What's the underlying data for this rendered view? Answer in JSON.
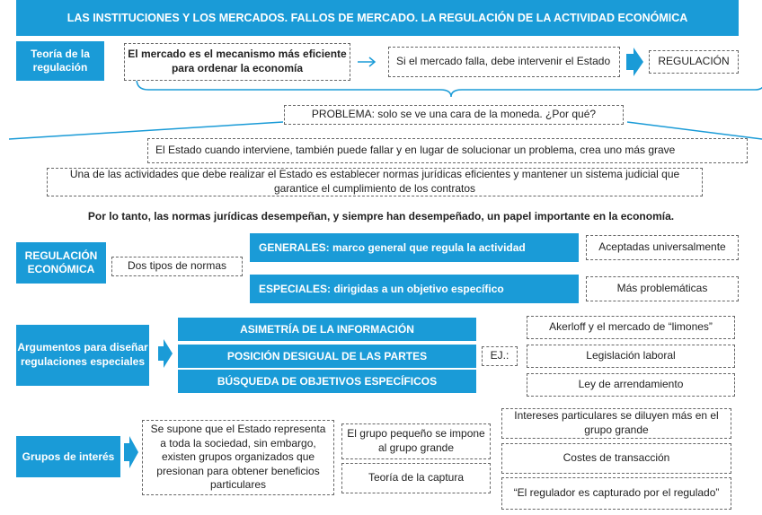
{
  "title": "LAS INSTITUCIONES Y LOS MERCADOS. FALLOS DE MERCADO. LA REGULACIÓN DE LA ACTIVIDAD ECONÓMICA",
  "teoria": {
    "label": "Teoría de la regulación",
    "mercado": "El mercado es el mecanismo más eficiente para ordenar la economía",
    "falla": "Si el mercado falla, debe intervenir el Estado",
    "regulacion": "REGULACIÓN"
  },
  "problema": "PROBLEMA: solo se ve una cara de la moneda. ¿Por qué?",
  "estado_falla": "El Estado cuando interviene, también puede fallar y en lugar de solucionar un problema, crea uno más grave",
  "actividades": "Una de las actividades que debe realizar el Estado es establecer normas jurídicas eficientes y mantener un sistema judicial que garantice el cumplimiento de los contratos",
  "conclusion": "Por lo tanto, las normas jurídicas desempeñan, y siempre han desempeñado, un papel importante en  la economía.",
  "regulacion_economica": {
    "label": "REGULACIÓN ECONÓMICA",
    "tipos": "Dos tipos de normas",
    "generales": "GENERALES: marco general que regula la actividad",
    "especiales": "ESPECIALES: dirigidas a un objetivo específico",
    "aceptadas": "Aceptadas universalmente",
    "problematicas": "Más problemáticas"
  },
  "argumentos": {
    "label": "Argumentos para diseñar regulaciones especiales",
    "items": [
      "ASIMETRÍA DE LA INFORMACIÓN",
      "POSICIÓN DESIGUAL DE LAS PARTES",
      "BÚSQUEDA DE OBJETIVOS ESPECÍFICOS"
    ],
    "ej": "EJ.:",
    "ejemplos": [
      "Akerloff y el mercado de “limones”",
      "Legislación laboral",
      "Ley de arrendamiento"
    ]
  },
  "grupos": {
    "label": "Grupos de interés",
    "supone": "Se supone que el Estado representa a toda la sociedad, sin embargo, existen grupos organizados que presionan para obtener beneficios particulares",
    "pequeno": "El grupo pequeño se impone al grupo grande",
    "captura": "Teoría de la captura",
    "intereses": "Intereses particulares se diluyen más en el grupo grande",
    "costes": "Costes de transacción",
    "capturado": "“El regulador es capturado por el regulado”"
  }
}
